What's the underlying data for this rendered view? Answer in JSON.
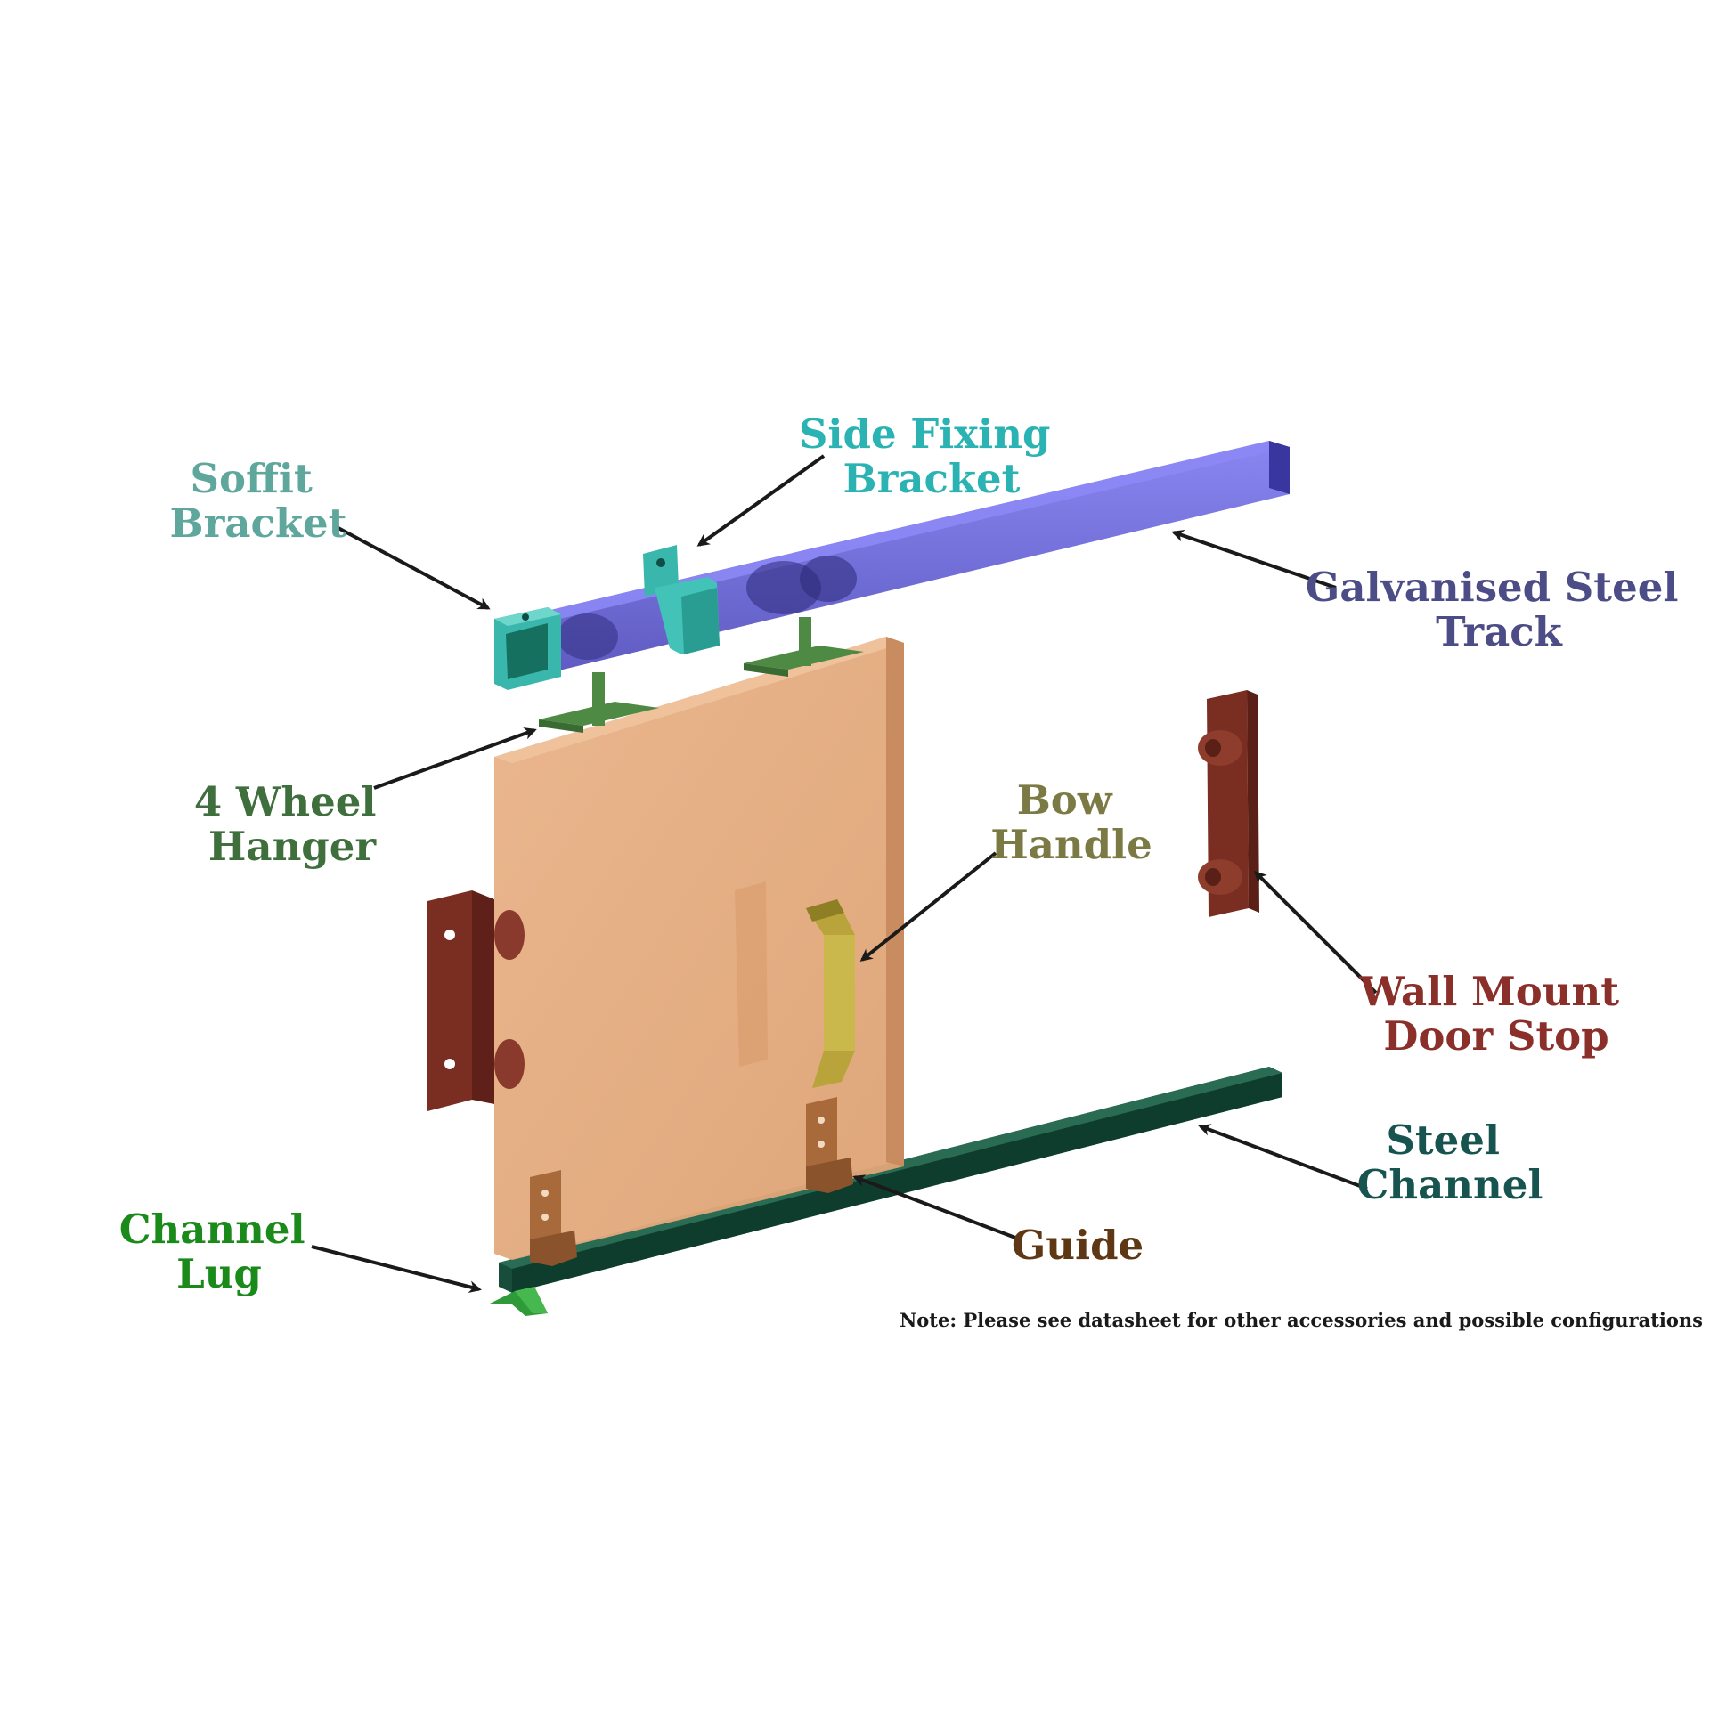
{
  "labels": {
    "soffit_bracket": {
      "lines": [
        "Soffit",
        "Bracket"
      ],
      "color": "#5fa79d"
    },
    "side_fixing_bracket": {
      "lines": [
        "Side Fixing",
        "Bracket"
      ],
      "color": "#2bb3b3"
    },
    "galvanised_steel_track": {
      "lines": [
        "Galvanised Steel",
        "Track"
      ],
      "color": "#4c4c86"
    },
    "four_wheel_hanger": {
      "lines": [
        "4 Wheel",
        "Hanger"
      ],
      "color": "#3e6f3c"
    },
    "bow_handle": {
      "lines": [
        "Bow",
        "Handle"
      ],
      "color": "#7c7a44"
    },
    "wall_mount_door_stop": {
      "lines": [
        "Wall Mount",
        "Door Stop"
      ],
      "color": "#8a2f2a"
    },
    "steel_channel": {
      "lines": [
        "Steel",
        "Channel"
      ],
      "color": "#17544f"
    },
    "guide": {
      "lines": [
        "Guide"
      ],
      "color": "#5e3714"
    },
    "channel_lug": {
      "lines": [
        "Channel",
        "Lug"
      ],
      "color": "#1a8a1a"
    }
  },
  "note": "Note: Please see datasheet for other accessories and possible configurations",
  "colors": {
    "track": "#5a56d8",
    "door": "#e6ad80",
    "channel": "#174d3a",
    "hanger": "#4f8a44",
    "bracket": "#3ab7ad",
    "door_stop": "#7a2e22",
    "handle": "#b8a43a",
    "guide": "#a86a3a",
    "lug": "#2e9a3a"
  }
}
